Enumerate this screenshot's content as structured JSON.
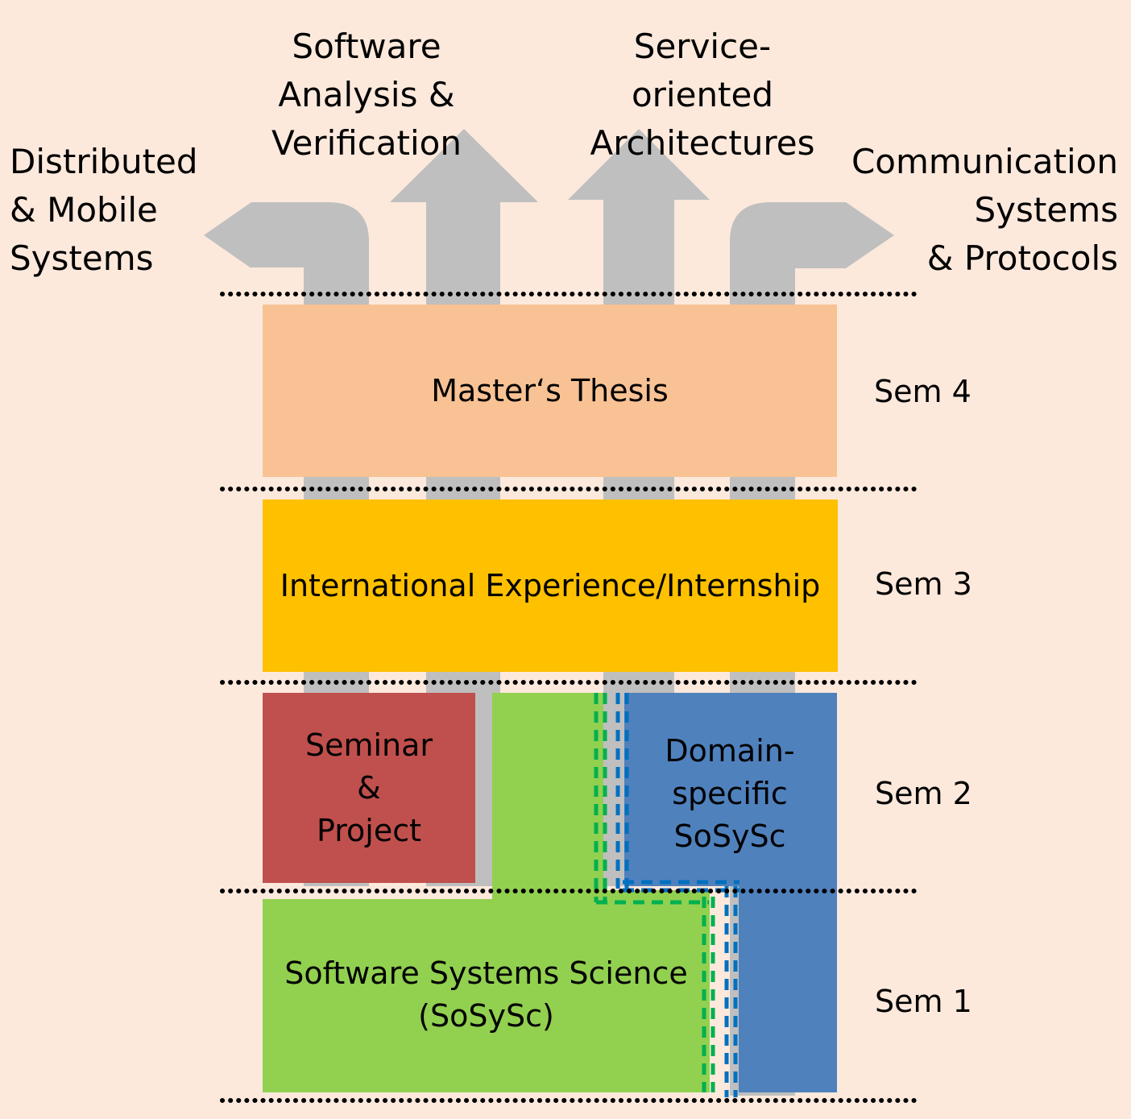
{
  "specializations": {
    "distributed": "Distributed\n& Mobile\nSystems",
    "analysis": "Software\nAnalysis & Verification",
    "soa": "Service-oriented\nArchitectures",
    "communication": "Communication\nSystems\n& Protocols"
  },
  "boxes": {
    "thesis": "Master‘s Thesis",
    "international": "International Experience/Internship",
    "seminar": "Seminar\n&\nProject",
    "domain": "Domain-\nspecific\nSoSySc",
    "sosysc": "Software Systems Science\n(SoSySc)"
  },
  "semesters": {
    "sem4": "Sem 4",
    "sem3": "Sem 3",
    "sem2": "Sem 2",
    "sem1": "Sem 1"
  },
  "colors": {
    "background": "#fce9dc",
    "arrow": "#bfbfbf",
    "thesis": "#f8c294",
    "international": "#ffc000",
    "seminar": "#c0504d",
    "sosysc_green": "#92d050",
    "domain_blue": "#4f81bd",
    "dash_green": "#00b050",
    "dash_blue": "#0070c0"
  }
}
